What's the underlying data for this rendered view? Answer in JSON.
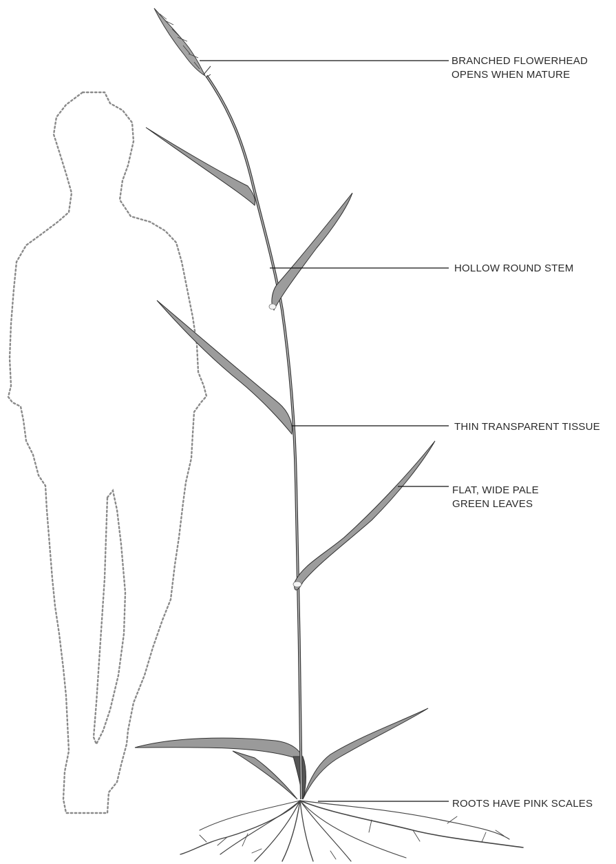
{
  "labels": {
    "flowerhead": {
      "line1": "BRANCHED FLOWERHEAD",
      "line2": "OPENS WHEN MATURE"
    },
    "stem": {
      "line1": "HOLLOW ROUND STEM"
    },
    "tissue": {
      "line1": "THIN TRANSPARENT TISSUE"
    },
    "leaves": {
      "line1": "FLAT, WIDE PALE",
      "line2": "GREEN LEAVES"
    },
    "roots": {
      "line1": "ROOTS HAVE PINK SCALES"
    }
  },
  "colors": {
    "ink": "#2a2a2a",
    "silhouette_outline": "#8a8a8a",
    "leader_line": "#111111",
    "background": "#ffffff"
  },
  "figures": {
    "human_silhouette": "dotted-outline-human-scale-figure",
    "plant": "grass-plant-drawing"
  }
}
